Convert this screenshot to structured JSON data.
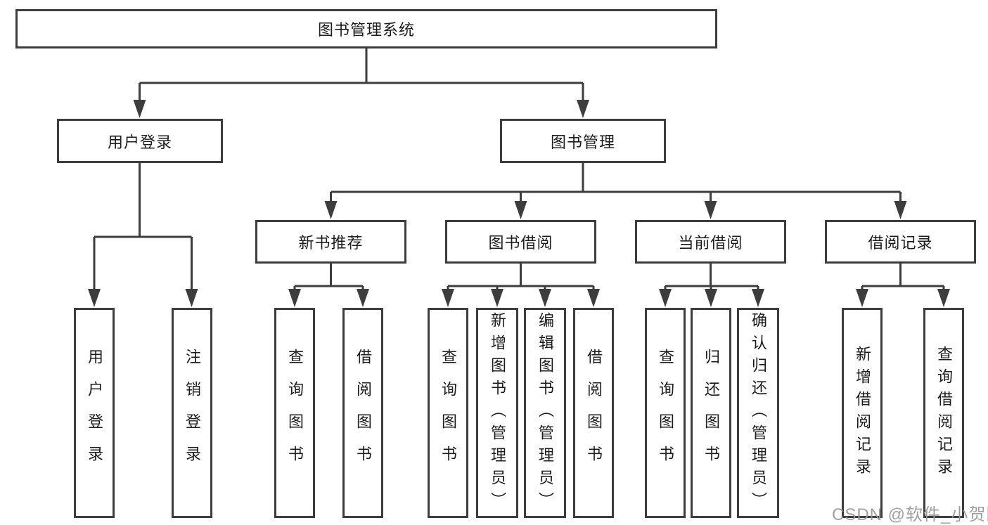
{
  "nodes": {
    "root": "图书管理系统",
    "user_login": "用户登录",
    "book_mgmt": "图书管理",
    "level3": [
      "新书推荐",
      "图书借阅",
      "当前借阅",
      "借阅记录"
    ],
    "user_leaves": [
      "用户登录",
      "注销登录"
    ],
    "newbook_leaves": [
      "查询图书",
      "借阅图书"
    ],
    "borrow_leaves": [
      "查询图书",
      "新增图书（管理员）",
      "编辑图书（管理员）",
      "借阅图书"
    ],
    "current_leaves": [
      "查询图书",
      "归还图书",
      "确认归还（管理员）"
    ],
    "record_leaves": [
      "新增借阅记录",
      "查询借阅记录"
    ]
  },
  "colors": {
    "line": "#3d3d3d",
    "text": "#1c1c1c",
    "watermark": "#989898"
  },
  "watermark": "CSDN @软件_小贺同学"
}
